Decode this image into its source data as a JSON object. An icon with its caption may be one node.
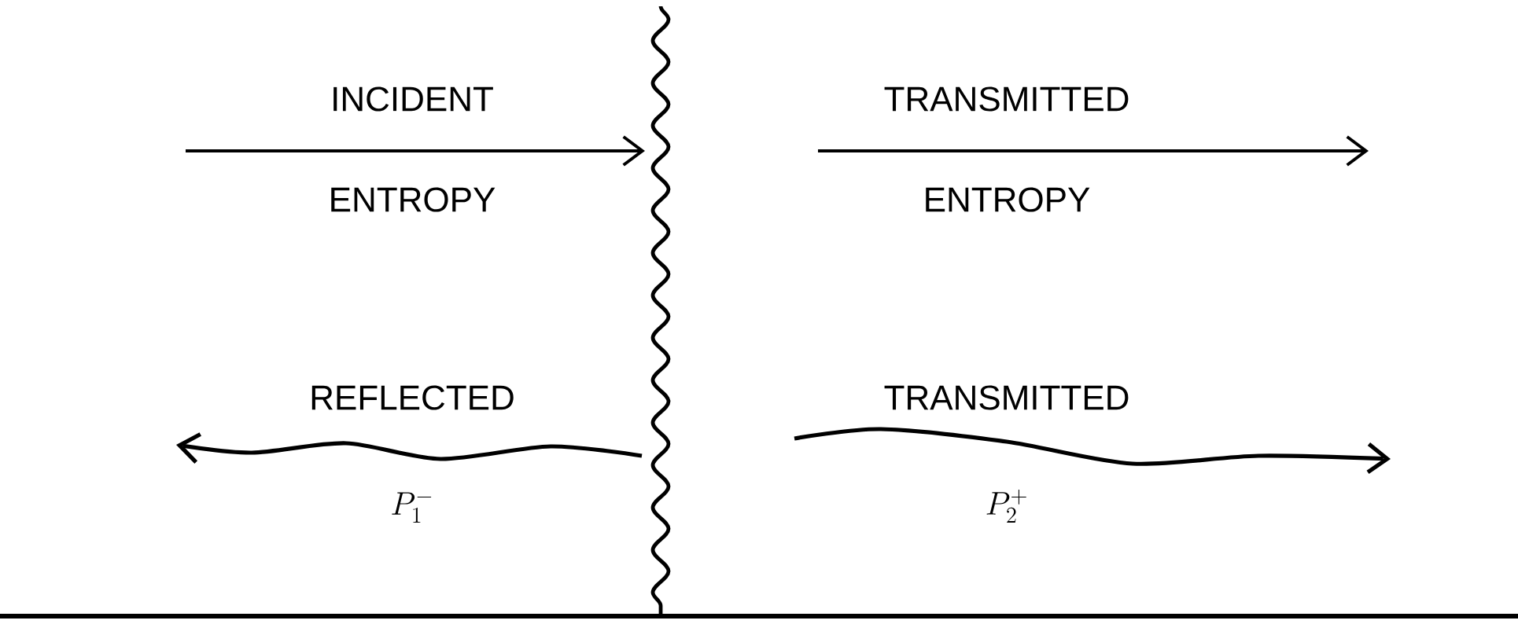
{
  "diagram": {
    "labels": [
      "INCIDENT",
      "ENTROPY",
      "TRANSMITTED",
      "ENTROPY",
      "REFLECTED",
      "P_{1}^{-}",
      "TRANSMITTED",
      "P_{2}^{+}"
    ]
  }
}
